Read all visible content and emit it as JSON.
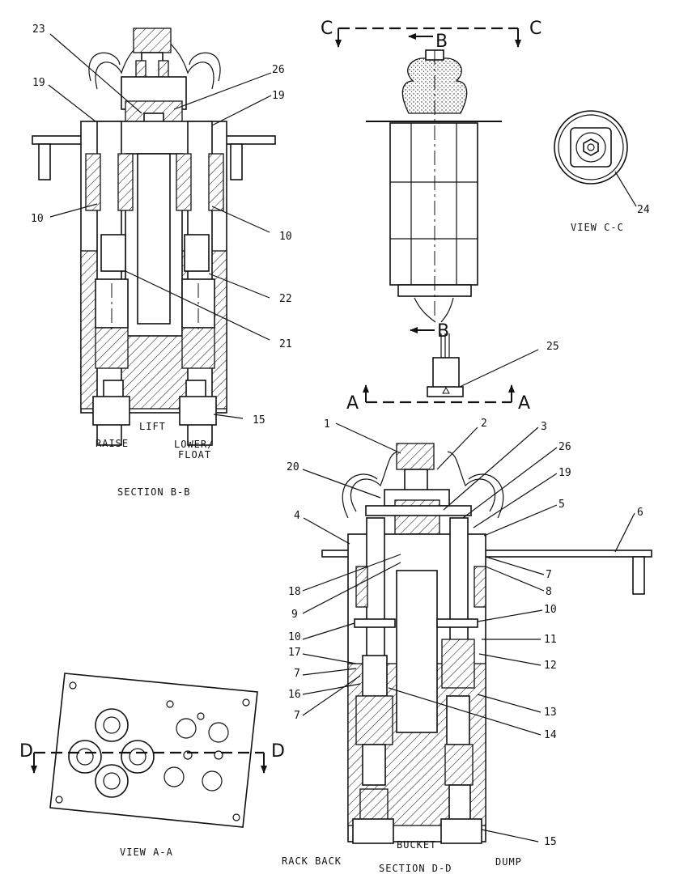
{
  "diagram": {
    "section_bb": {
      "callouts": [
        "23",
        "26",
        "19",
        "19",
        "10",
        "10",
        "22",
        "21",
        "15"
      ],
      "labels": {
        "lift": "LIFT",
        "raise": "RAISE",
        "lower_float_1": "LOWER/",
        "lower_float_2": "FLOAT"
      },
      "caption": "SECTION B-B"
    },
    "view_bb_outside": {
      "letters": {
        "c_left": "C",
        "c_right": "C",
        "b_top": "B",
        "b_bottom": "B",
        "a_left": "A",
        "a_right": "A"
      },
      "callouts": [
        "25"
      ]
    },
    "view_cc": {
      "callouts": [
        "24"
      ],
      "caption": "VIEW C-C"
    },
    "view_aa": {
      "letters": {
        "d_left": "D",
        "d_right": "D"
      },
      "caption": "VIEW A-A"
    },
    "section_dd": {
      "callouts": [
        "1",
        "2",
        "3",
        "26",
        "20",
        "19",
        "5",
        "6",
        "4",
        "7",
        "8",
        "18",
        "9",
        "10",
        "10",
        "11",
        "17",
        "12",
        "7",
        "16",
        "13",
        "7",
        "14",
        "15"
      ],
      "labels": {
        "rack_back": "RACK BACK",
        "bucket": "BUCKET",
        "dump": "DUMP"
      },
      "caption": "SECTION D-D"
    }
  }
}
